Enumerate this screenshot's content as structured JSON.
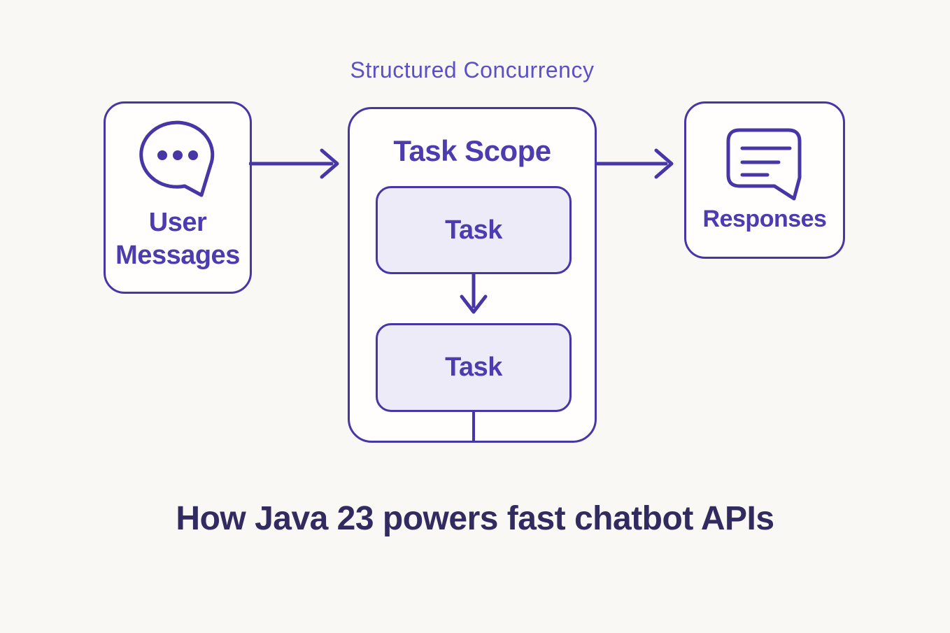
{
  "title": "Structured Concurrency",
  "nodes": {
    "user_messages": {
      "label": "User Messages",
      "icon": "chat-bubble-dots-icon"
    },
    "task_scope": {
      "label": "Task Scope",
      "tasks": [
        "Task",
        "Task"
      ]
    },
    "responses": {
      "label": "Responses",
      "icon": "chat-bubble-lines-icon"
    }
  },
  "flow": {
    "arrows": [
      "user-messages to task-scope",
      "task-scope to responses",
      "task to task"
    ]
  },
  "headline": "How Java 23 powers fast chatbot APIs",
  "colors": {
    "background": "#faf8f4",
    "outline": "#4636a6",
    "node_fill": "#fffefc",
    "task_fill": "#edebf8",
    "label_text": "#4c3caf",
    "title_text": "#5b50c6",
    "headline_text": "#312b5f"
  }
}
